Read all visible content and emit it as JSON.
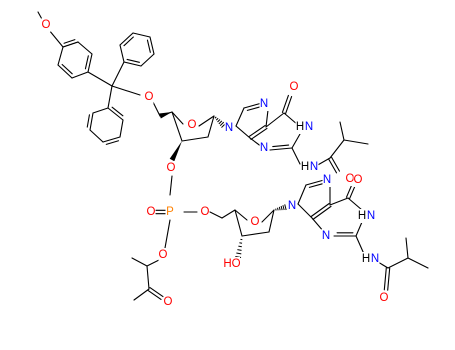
{
  "atoms": {
    "methoxy_O": "O",
    "trityl_O": "O",
    "sugar1_ring_O": "O",
    "g1_N9": "N",
    "g1_N7": "N",
    "g1_N3": "N",
    "g1_carbonyl_O": "O",
    "g1_N1H": "H",
    "g1_N1": "N",
    "g1_NH": "H",
    "g1_NH_N": "N",
    "g1_amide_O": "O",
    "sugar1_3O": "O",
    "phosphate_P": "P",
    "phosphate_oxo_O": "O",
    "phosphate_O5": "O",
    "phosphate_O_alkyl": "O",
    "ketone_O": "O",
    "sugar2_ring_O": "O",
    "g2_N9": "N",
    "g2_N7": "N",
    "g2_N3": "N",
    "g2_carbonyl_O": "O",
    "g2_N1H": "H",
    "g2_N1": "N",
    "g2_NH": "H",
    "g2_NH_N": "N",
    "g2_amide_O": "O",
    "hydroxyl": "HO"
  },
  "colors": {
    "bond": "#000000",
    "oxygen": "#ff0000",
    "nitrogen": "#0000ff",
    "phosphorus": "#ff8000",
    "hydrogen": "#000000"
  }
}
